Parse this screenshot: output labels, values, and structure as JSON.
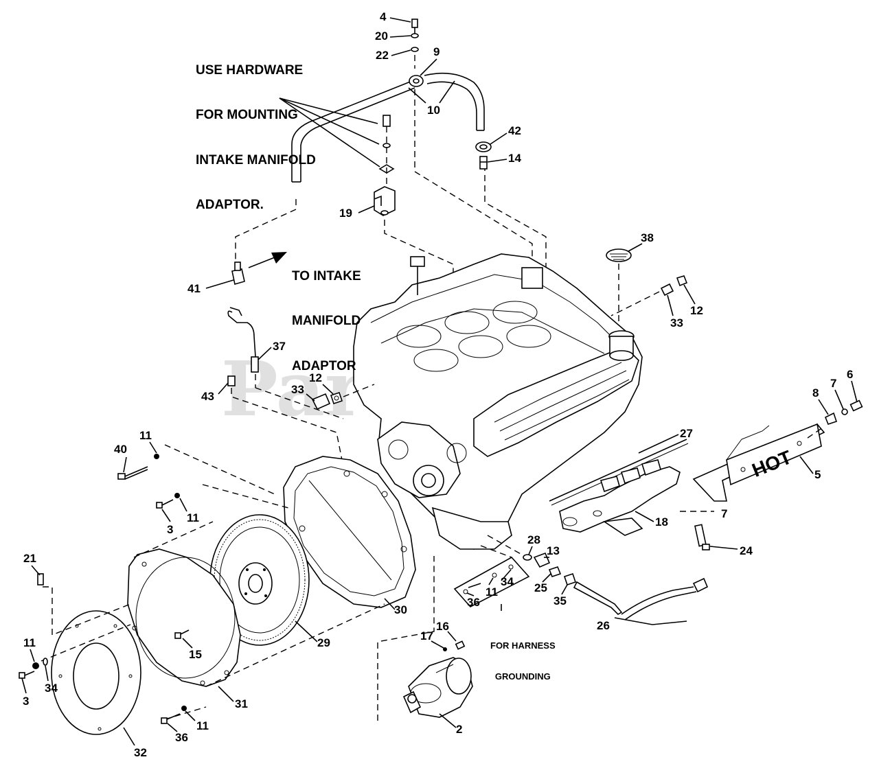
{
  "notes": {
    "hardware": [
      "USE HARDWARE",
      "FOR MOUNTING",
      "INTAKE MANIFOLD",
      "ADAPTOR."
    ],
    "intake": [
      "TO INTAKE",
      "MANIFOLD",
      "ADAPTOR"
    ],
    "grounding": [
      "FOR HARNESS",
      "GROUNDING"
    ]
  },
  "hot_label": "HOT",
  "watermark": "PartsTree",
  "callouts": {
    "c4": "4",
    "c20": "20",
    "c22": "22",
    "c9": "9",
    "c10": "10",
    "c42": "42",
    "c14": "14",
    "c19": "19",
    "c41": "41",
    "c38": "38",
    "c12a": "12",
    "c33a": "33",
    "c37": "37",
    "c12b": "12",
    "c33b": "33",
    "c43": "43",
    "c8": "8",
    "c7a": "7",
    "c6": "6",
    "c27": "27",
    "c5": "5",
    "c11a": "11",
    "c40": "40",
    "c11b": "11",
    "c3a": "3",
    "c7b": "7",
    "c18": "18",
    "c24": "24",
    "c28": "28",
    "c13": "13",
    "c34a": "34",
    "c11c": "11",
    "c36a": "36",
    "c25": "25",
    "c35": "35",
    "c26": "26",
    "c21": "21",
    "c30": "30",
    "c29": "29",
    "c15": "15",
    "c17": "17",
    "c16": "16",
    "c11d": "11",
    "c3b": "3",
    "c34b": "34",
    "c31": "31",
    "c2": "2",
    "c11e": "11",
    "c36b": "36",
    "c32": "32"
  }
}
